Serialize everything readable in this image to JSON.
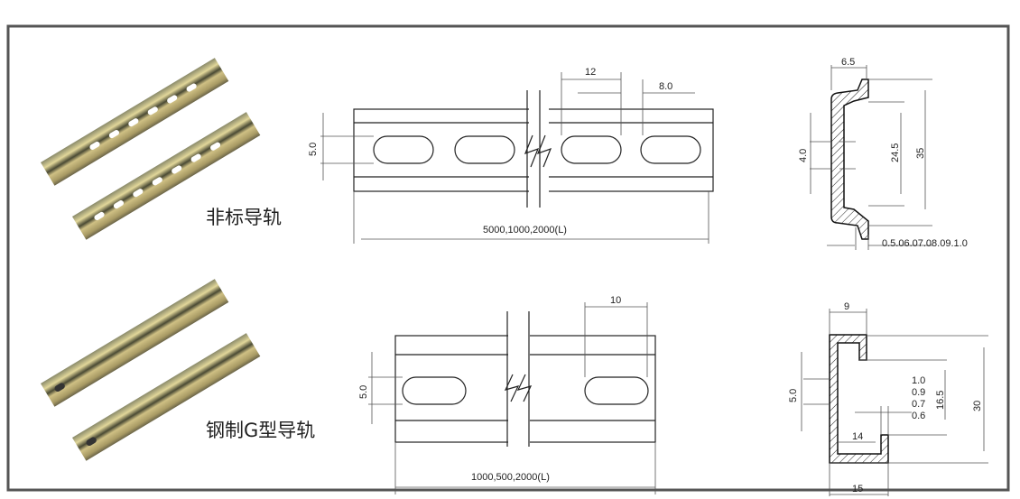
{
  "sections": [
    {
      "label": "非标导轨",
      "length_dim": "5000,1000,2000(L)",
      "slot_pitch": "12",
      "slot_width": "8.0",
      "slot_height": "5.0",
      "profile": {
        "top_width": "6.5",
        "hole": "4.0",
        "inner_height": "24.5",
        "total_height": "35",
        "thickness": "0.5.06.07.08.09.1.0"
      }
    },
    {
      "label": "钢制G型导轨",
      "length_dim": "1000,500,2000(L)",
      "slot_width": "10",
      "slot_height": "5.0",
      "profile": {
        "top_width": "9",
        "hole": "5.0",
        "thicknesses": [
          "1.0",
          "0.9",
          "0.7",
          "0.6"
        ],
        "inner_height": "16.5",
        "total_height": "30",
        "inner_width": "14",
        "bottom_width": "15"
      }
    }
  ],
  "colors": {
    "frame": "#555555",
    "rail_light": "#d8c98a",
    "rail_dark": "#5a5a3a"
  }
}
